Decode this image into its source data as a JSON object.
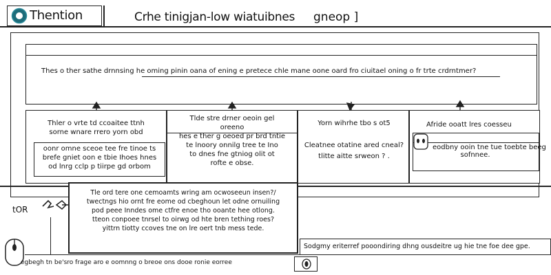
{
  "header": {
    "app_name": "Thention",
    "title": "Crhe tinigjan-low wiatuibnes",
    "title_tail": "gneop ]"
  },
  "question_banner": {
    "text": "Thes o ther sathe drnnsing he oming pinin oana of ening e pretece chle mane oone oard fro ciuitael oning o fr trte crdrntmer?"
  },
  "cards": [
    {
      "id": "card-1",
      "lines": [
        "Thler o vrte td ccoaitee ttnh",
        "sorne wnare rrero yorn obd",
        "oonr omne sceoe tee fre tinoe ts",
        "brefe gniet oon e tbie Ihoes hnes",
        "od lnrg cclp p tiirpe gd orbom"
      ]
    },
    {
      "id": "card-2",
      "lines": [
        "Tlde stre drner oeoin gel",
        "oreeno",
        "hes e ther g oeoed pr brd tntie",
        "te lnoory onnilg tree te Ino",
        "to dnes fne gtniog olit ot",
        "rofte e obse."
      ]
    },
    {
      "id": "card-3",
      "lines": [
        "Yorn wihrhe tbo s ot5",
        "Cleatnee otatine ared cneal?",
        "tlitte aitte srweon ? ."
      ]
    },
    {
      "id": "card-4",
      "lines": [
        "Afride ooatt lres coesseu",
        "eodbny ooin tne tue toebte beeg",
        "sofnnee."
      ]
    }
  ],
  "side_label": "tOR",
  "popup": {
    "lines": [
      "Tle ord tere one cemoamts wring am ocwoseeun insen?/",
      "twectngs hio ornt fre eome od cbeghoun let odne ornuiling",
      "pod peee Inndes ome ctfre enoe tho ooante hee otlong.",
      "tteon conpoee tnrsel to oirwg od hte bren tething roes?",
      "yittrn tiotty ccoves tne on lre oert tnb mess tede."
    ]
  },
  "status_box": {
    "text": "Sodgmy eriterref pooondiring dhng ousdeitre ug hie tne foe dee gpe."
  },
  "footer": {
    "text": "egbegh tn be'sro frage aro e oomnng o breoe ons dooe ronie eorree"
  },
  "icons": {
    "logo": "circle-logo-icon",
    "mouse": "mouse-icon",
    "hand": "pointing-hand-icon",
    "face": "face-icon",
    "small_icon": "small-circle-icon"
  },
  "colors": {
    "logo_ring": "#2a8a9a",
    "logo_fill": "#1d6c7a",
    "ink": "#111111"
  }
}
